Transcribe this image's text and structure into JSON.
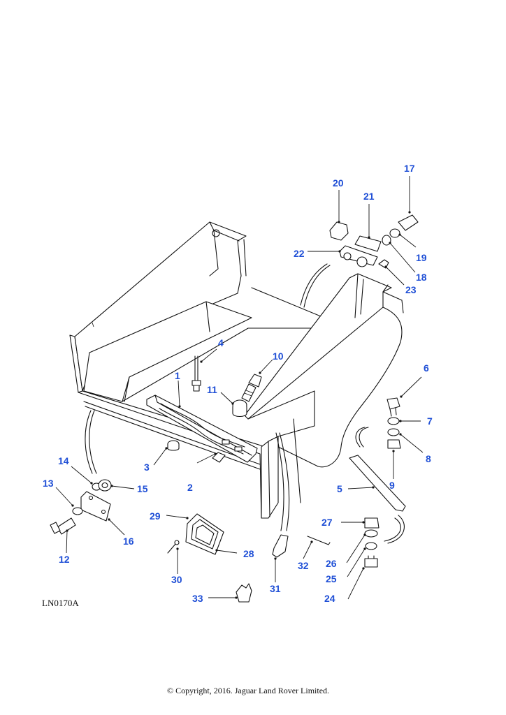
{
  "diagram_ref": "LN0170A",
  "copyright": "© Copyright, 2016. Jaguar Land Rover Limited.",
  "callouts": {
    "c1": "1",
    "c2": "2",
    "c3": "3",
    "c4": "4",
    "c5": "5",
    "c6": "6",
    "c7": "7",
    "c8": "8",
    "c9": "9",
    "c10": "10",
    "c11": "11",
    "c12": "12",
    "c13": "13",
    "c14": "14",
    "c15": "15",
    "c16": "16",
    "c17": "17",
    "c18": "18",
    "c19": "19",
    "c20": "20",
    "c21": "21",
    "c22": "22",
    "c23": "23",
    "c24": "24",
    "c25": "25",
    "c26": "26",
    "c27": "27",
    "c28": "28",
    "c29": "29",
    "c30": "30",
    "c31": "31",
    "c32": "32",
    "c33": "33"
  },
  "colors": {
    "callout": "#1f4fd6",
    "line": "#111111",
    "background": "#ffffff"
  }
}
